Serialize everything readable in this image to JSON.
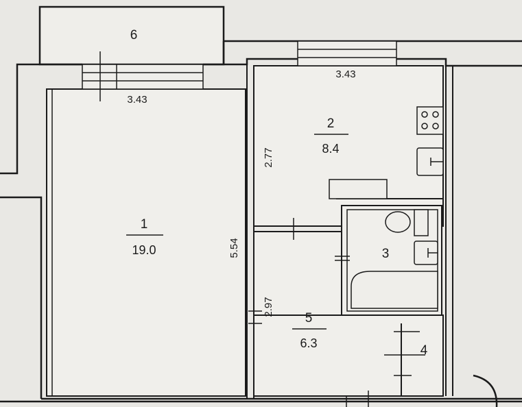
{
  "rooms": [
    {
      "id": "1",
      "area": "19.0"
    },
    {
      "id": "2",
      "area": "8.4"
    },
    {
      "id": "3"
    },
    {
      "id": "4"
    },
    {
      "id": "5",
      "area": "6.3"
    },
    {
      "id": "6"
    }
  ],
  "dimensions": {
    "room1_width": "3.43",
    "room2_width": "3.43",
    "room1_length": "5.54",
    "room2_length": "2.77",
    "room5_length": "2.97"
  },
  "colors": {
    "background": "#e9e8e4",
    "wall": "#1b1b1b",
    "fill": "#f0efeb"
  }
}
